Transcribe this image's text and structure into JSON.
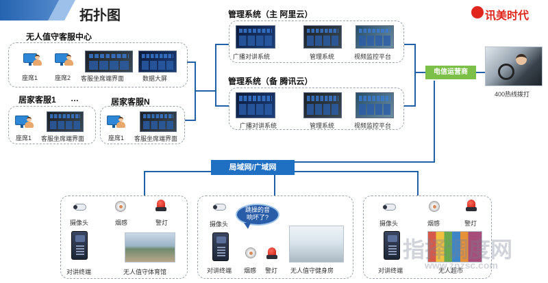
{
  "title": "拓扑图",
  "logo": {
    "text": "讯美时代",
    "color": "#e0261d"
  },
  "colors": {
    "line": "#1f5fa8",
    "green": "#7cc04a",
    "blue": "#1f6fc2"
  },
  "center": {
    "title": "无人值守客服中心",
    "seat1": "座席1",
    "seat2": "座席2",
    "ui": "客服坐席端界面",
    "bigscreen": "数据大屏"
  },
  "home1": {
    "title": "居家客服1",
    "ellipsis": "…",
    "seat": "座席1",
    "ui": "客服坐席端界面"
  },
  "homeN": {
    "title": "居家客服N",
    "seat": "座席1",
    "ui": "客服坐席端界面"
  },
  "main_system": {
    "title": "管理系统（主 阿里云）",
    "items": [
      "广播对讲系统",
      "管理系统",
      "视频监控平台"
    ]
  },
  "backup_system": {
    "title": "管理系统（备 腾讯云）",
    "items": [
      "广播对讲系统",
      "管理系统",
      "视频监控平台"
    ]
  },
  "telecom": "电信运营商",
  "hotline": "400热线拨打",
  "network": "局域网/广域网",
  "site1": {
    "camera": "摄像头",
    "smoke": "烟感",
    "alarm": "警灯",
    "terminal": "对讲终端",
    "venue": "无人值守体育馆"
  },
  "site2": {
    "camera": "摄像头",
    "bubble": "跳操的音响坏了?",
    "terminal": "对讲终端",
    "smoke": "烟感",
    "alarm": "警灯",
    "venue": "无人值守健身房"
  },
  "site3": {
    "camera": "摄像头",
    "smoke": "烟感",
    "alarm": "警灯",
    "terminal": "对讲终端",
    "venue": "无人超市"
  },
  "watermark": {
    "main": "指择调度网",
    "sub": "www.znzsc.com"
  }
}
